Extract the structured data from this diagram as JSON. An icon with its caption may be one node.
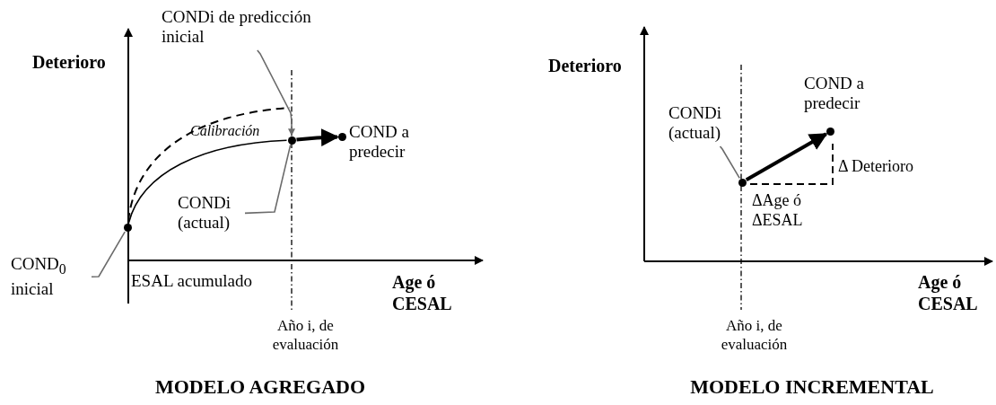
{
  "diagram": {
    "nodes": [
      {
        "text": [
          "CONDi de predicción inicial"
        ]
      },
      {
        "text": [],
        "shape": "circle"
      },
      {
        "text": [
          "COND a predecir"
        ]
      },
      {
        "text": [
          "CONDi (actual)"
        ]
      },
      {
        "text": [],
        "shape": "circle"
      },
      {
        "text": [
          "COND$_{0}$ inicial"
        ]
      },
      {
        "text": [
          "CONDi (actual)"
        ]
      },
      {
        "text": [],
        "shape": "circle"
      },
      {
        "text": [
          "COND a predecir"
        ]
      }
    ],
    "edges": [
      {
        "from": 0,
        "to": 1,
        "arrow": "to"
      },
      {
        "from": 4,
        "to": 1,
        "arrow": "none",
        "color": "#000000"
      },
      {
        "from": 1,
        "to": 2,
        "arrow": "to",
        "style": "thick",
        "color": "#000000"
      },
      {
        "from": 3,
        "to": 1,
        "arrow": "none"
      },
      {
        "from": 5,
        "to": 4,
        "arrow": "none"
      },
      {
        "from": 6,
        "to": 7,
        "arrow": "none"
      },
      {
        "from": 7,
        "to": 8,
        "arrow": "to",
        "style": "thick",
        "color": "#000000"
      }
    ],
    "labels": [
      "Deterioro",
      "Calibración",
      "ESAL acumulado",
      "Age ó CESAL",
      "Año i, de evaluación",
      "MODELO AGREGADO",
      "Deterioro",
      "Δ Deterioro",
      "ΔAge ó ΔESAL",
      "Age ó CESAL",
      "Año i, de evaluación",
      "MODELO INCREMENTAL"
    ]
  }
}
